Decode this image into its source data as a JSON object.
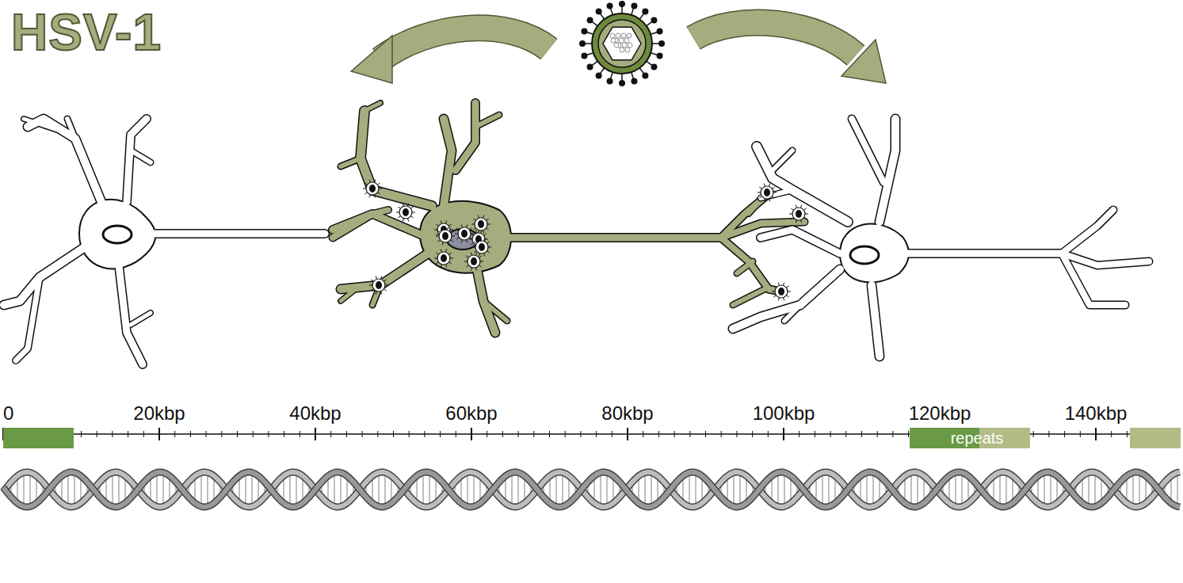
{
  "diagram": {
    "title": "HSV-1",
    "nodes": [
      {
        "text": [
          "repeats"
        ]
      }
    ],
    "labels": [
      "0",
      "20kbp",
      "40kbp",
      "60kbp",
      "80kbp",
      "100kbp",
      "120kbp",
      "140kbp"
    ]
  }
}
